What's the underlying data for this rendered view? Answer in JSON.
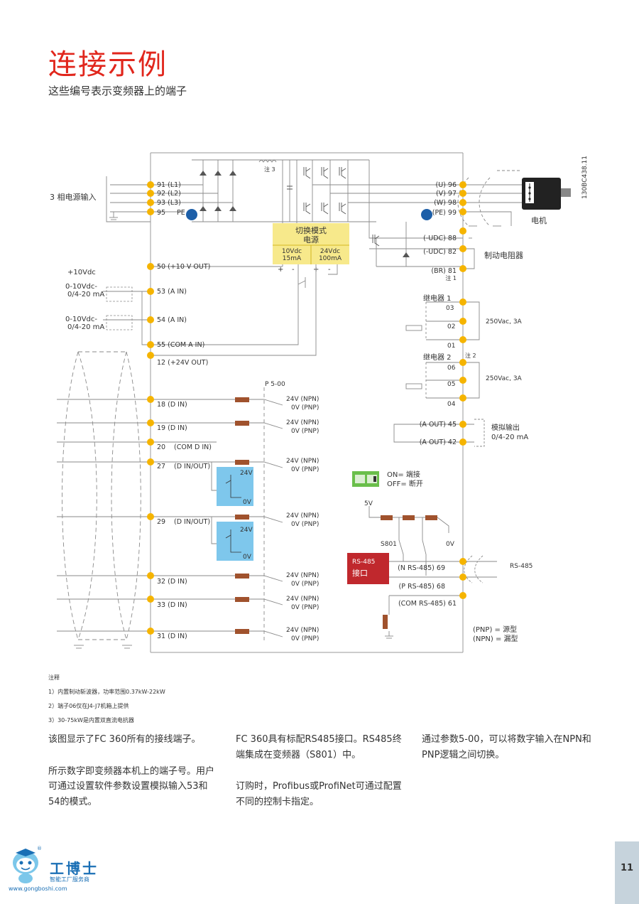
{
  "page": {
    "title": "连接示例",
    "subtitle": "这些编号表示变频器上的端子",
    "page_number": "11"
  },
  "colors": {
    "accent_red": "#e1261c",
    "terminal_yellow": "#f5b400",
    "psu_yellow": "#f7e98b",
    "blue_box": "#7ec7ec",
    "resistor_brown": "#a0522d",
    "rs485_red": "#c0282d",
    "pe_blue": "#1d5fa8",
    "switch_green": "#6abf4b",
    "line_gray": "#8a8a8a"
  },
  "diagram": {
    "code": "130BC438.11",
    "left_labels": {
      "mains": "3 相电源输入",
      "v10": "+10Vdc",
      "ain53_a": "0-10Vdc-",
      "ain53_b": "0/4-20 mA",
      "ain54_a": "0-10Vdc-",
      "ain54_b": "0/4-20 mA"
    },
    "left_terminals": {
      "t91": "91 (L1)",
      "t92": "92 (L2)",
      "t93": "93 (L3)",
      "t95": "95",
      "pe": "PE",
      "t50": "50 (+10 V OUT)",
      "t53": "53 (A IN)",
      "t54": "54 (A IN)",
      "t55": "55 (COM A IN)",
      "t12": "12 (+24V OUT)",
      "t18": "18 (D IN)",
      "t19": "19 (D IN)",
      "t20": "20",
      "t20b": "(COM D IN)",
      "t27": "27",
      "t27b": "(D IN/OUT)",
      "t29": "29",
      "t29b": "(D IN/OUT)",
      "t32": "32 (D IN)",
      "t33": "33 (D IN)",
      "t31": "31 (D IN)"
    },
    "psu": {
      "title_a": "切换模式",
      "title_b": "电源",
      "out1_a": "10Vdc",
      "out1_b": "15mA",
      "out2_a": "24Vdc",
      "out2_b": "100mA",
      "plus": "+",
      "minus": "-"
    },
    "note3": "注 3",
    "note1": "注 1",
    "note2": "注 2",
    "p500": "P 5-00",
    "npn": "24V (NPN)",
    "pnp": "0V (PNP)",
    "box_24v": "24V",
    "box_0v": "0V",
    "right_terminals": {
      "u96": "(U) 96",
      "v97": "(V) 97",
      "w98": "(W) 98",
      "pe99": "(PE) 99",
      "udc88": "(-UDC) 88",
      "udc82": "(-UDC) 82",
      "br81": "(BR) 81",
      "r03": "03",
      "r02": "02",
      "r01": "01",
      "r06": "06",
      "r05": "05",
      "r04": "04",
      "a45": "(A OUT) 45",
      "a42": "(A OUT) 42",
      "n69": "(N RS-485) 69",
      "p68": "(P RS-485) 68",
      "com61": "(COM RS-485) 61"
    },
    "right_labels": {
      "motor": "电机",
      "brake": "制动电阻器",
      "relay1": "继电器 1",
      "relay2": "继电器 2",
      "vac1": "250Vac, 3A",
      "vac2": "250Vac, 3A",
      "aout_a": "模拟输出",
      "aout_b": "0/4-20 mA",
      "rs485": "RS-485",
      "pnp_src": "(PNP) = 源型",
      "npn_sink": "(NPN) = 漏型"
    },
    "switch": {
      "on": "ON= 端接",
      "off": "OFF= 断开",
      "v5": "5V",
      "s801": "S801",
      "v0": "0V"
    },
    "rs485_box": {
      "a": "RS-485",
      "b": "接口"
    }
  },
  "notes": {
    "heading": "注释",
    "items": [
      "1）内置制动斩波器，功率范围0.37kW-22kW",
      "2）端子06仅在J4-J7机箱上提供",
      "3）30-75kW是内置双直流电抗器"
    ]
  },
  "columns": [
    [
      "该图显示了FC 360所有的接线端子。",
      "所示数字即变频器本机上的端子号。用户可通过设置软件参数设置模拟输入53和54的模式。"
    ],
    [
      "FC 360具有标配RS485接口。RS485终端集成在变频器（S801）中。",
      "订购时，Profibus或ProfiNet可通过配置不同的控制卡指定。"
    ],
    [
      "通过参数5-00，可以将数字输入在NPN和PNP逻辑之间切换。"
    ]
  ],
  "logo": {
    "name": "工博士",
    "slogan": "智能工厂服务商",
    "url": "www.gongboshi.com",
    "reg": "®"
  }
}
